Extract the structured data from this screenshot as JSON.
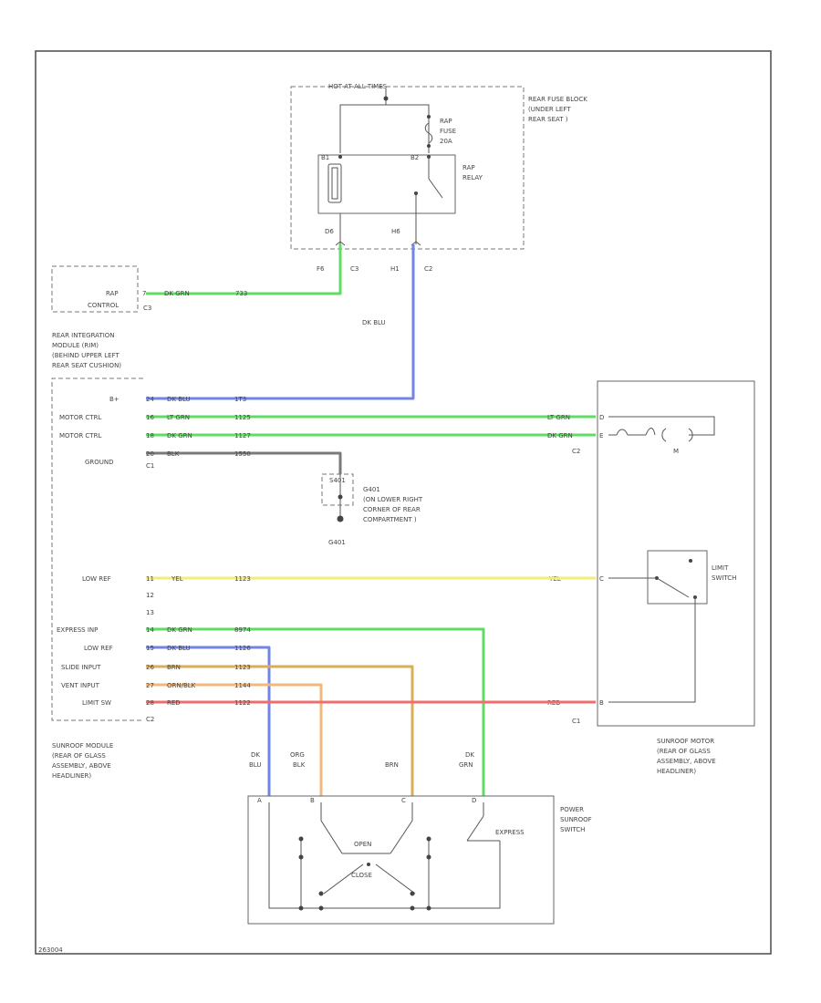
{
  "colors": {
    "green": "#5fdc62",
    "blue": "#6f86e6",
    "gray": "#7a7a7a",
    "yellow": "#f3ec7a",
    "tan": "#d9ad5a",
    "orange": "#f3b77c",
    "red": "#f36c6c"
  },
  "fuse_block": {
    "hot_label": "HOT AT ALL TIMES",
    "location": [
      "REAR FUSE BLOCK",
      "(UNDER LEFT",
      "REAR SEAT )"
    ],
    "fuse": [
      "RAP",
      "FUSE",
      "20A"
    ],
    "relay": [
      "RAP",
      "RELAY"
    ],
    "pin_left_top": "B1",
    "pin_right_top": "B2",
    "pin_left_bottom": "D6",
    "pin_right_bottom": "H6",
    "conn_left_pin": "F6",
    "conn_left": "C3",
    "conn_right_pin": "H1",
    "conn_right": "C2"
  },
  "rap_control": {
    "label": [
      "RAP",
      "CONTROL"
    ],
    "pin": "7",
    "wire_color": "DK GRN",
    "circuit": "733",
    "connector": "C3"
  },
  "dk_blu_label": "DK BLU",
  "rim": {
    "label": [
      "REAR INTEGRATION",
      "MODULE (RIM)",
      "(BEHIND UPPER LEFT",
      "REAR SEAT CUSHION)"
    ],
    "rows": [
      {
        "name": "B+",
        "pin": "24",
        "color": "DK BLU",
        "circuit": "1T3"
      },
      {
        "name": "MOTOR CTRL",
        "pin": "16",
        "color": "LT GRN",
        "circuit": "1125"
      },
      {
        "name": "MOTOR CTRL",
        "pin": "18",
        "color": "DK GRN",
        "circuit": "1127"
      },
      {
        "name": "GROUND",
        "pin": "20",
        "color": "BLK",
        "circuit": "1550"
      }
    ],
    "connector": "C1"
  },
  "ground": {
    "label": [
      "G401",
      "(ON LOWER RIGHT",
      "CORNER OF REAR",
      "COMPARTMENT )"
    ],
    "splice": "S401"
  },
  "motor": {
    "rows": [
      {
        "color": "LT GRN",
        "pin": "D"
      },
      {
        "color": "DK GRN",
        "pin": "E"
      }
    ],
    "connector": "C2",
    "motor_label": "M",
    "limit_switch": [
      "LIMIT",
      "SWITCH"
    ],
    "rows_lower": [
      {
        "color": "YEL",
        "pin": "C"
      },
      {
        "color": "RED",
        "pin": "B"
      }
    ],
    "connector_lower": "C1",
    "label": [
      "SUNROOF MOTOR",
      "(REAR OF GLASS",
      "ASSEMBLY, ABOVE",
      "HEADLINER)"
    ]
  },
  "sunroof_module": {
    "rows": [
      {
        "name": "LOW REF",
        "pin": "11",
        "color": "YEL",
        "circuit": "1123"
      },
      {
        "name": "",
        "pin": "12",
        "color": "",
        "circuit": ""
      },
      {
        "name": "",
        "pin": "13",
        "color": "",
        "circuit": ""
      },
      {
        "name": "EXPRESS INP",
        "pin": "14",
        "color": "DK GRN",
        "circuit": "8974"
      },
      {
        "name": "LOW REF",
        "pin": "15",
        "color": "DK BLU",
        "circuit": "1126"
      },
      {
        "name": "SLIDE INPUT",
        "pin": "26",
        "color": "BRN",
        "circuit": "1123"
      },
      {
        "name": "VENT INPUT",
        "pin": "27",
        "color": "ORN/BLK",
        "circuit": "1144"
      },
      {
        "name": "LIMIT SW",
        "pin": "28",
        "color": "RED",
        "circuit": "1122"
      }
    ],
    "connector": "C2",
    "label": [
      "SUNROOF MODULE",
      "(REAR OF GLASS",
      "ASSEMBLY, ABOVE",
      "HEADLINER)"
    ]
  },
  "switch_wires": [
    {
      "color": [
        "DK",
        "BLU"
      ],
      "pin": "A"
    },
    {
      "color": [
        "ORG",
        "BLK"
      ],
      "pin": "B"
    },
    {
      "color": [
        "BRN"
      ],
      "pin": "C"
    },
    {
      "color": [
        "DK",
        "GRN"
      ],
      "pin": "D"
    }
  ],
  "power_switch": {
    "label": [
      "POWER",
      "SUNROOF",
      "SWITCH"
    ],
    "open": "OPEN",
    "close": "CLOSE",
    "express": "EXPRESS"
  },
  "footer_code": "263004"
}
